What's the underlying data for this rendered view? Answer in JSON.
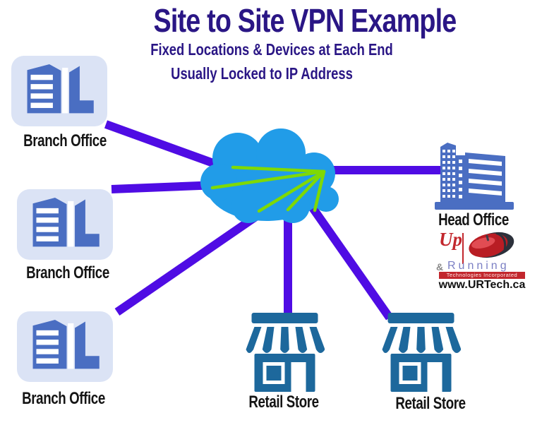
{
  "title": "Site to Site VPN Example",
  "subtitles": [
    "Fixed Locations & Devices at Each End",
    "Usually Locked to IP Address"
  ],
  "nodes": {
    "branch_office_1": {
      "label": "Branch Office"
    },
    "branch_office_2": {
      "label": "Branch Office"
    },
    "branch_office_3": {
      "label": "Branch Office"
    },
    "head_office": {
      "label": "Head Office"
    },
    "retail_store_1": {
      "label": "Retail Store"
    },
    "retail_store_2": {
      "label": "Retail Store"
    }
  },
  "hub": {
    "name": "internet cloud",
    "tunnel_count": 5
  },
  "logo": {
    "word_up": "Up",
    "ampersand": "&",
    "word_running": "Running",
    "tagline": "Technologies Incorporated",
    "website": "www.URTech.ca"
  },
  "colors": {
    "heading_text": "#2a1685",
    "vpn_link": "#4f0ce4",
    "cloud": "#219ce8",
    "tunnel_line": "#7fd904",
    "office_building": "#4a6ec2",
    "office_tile": "#dbe3f5",
    "retail_building": "#1d689c",
    "label_text": "#151515",
    "logo_red": "#c2272d",
    "logo_blue": "#7b7fc4"
  }
}
